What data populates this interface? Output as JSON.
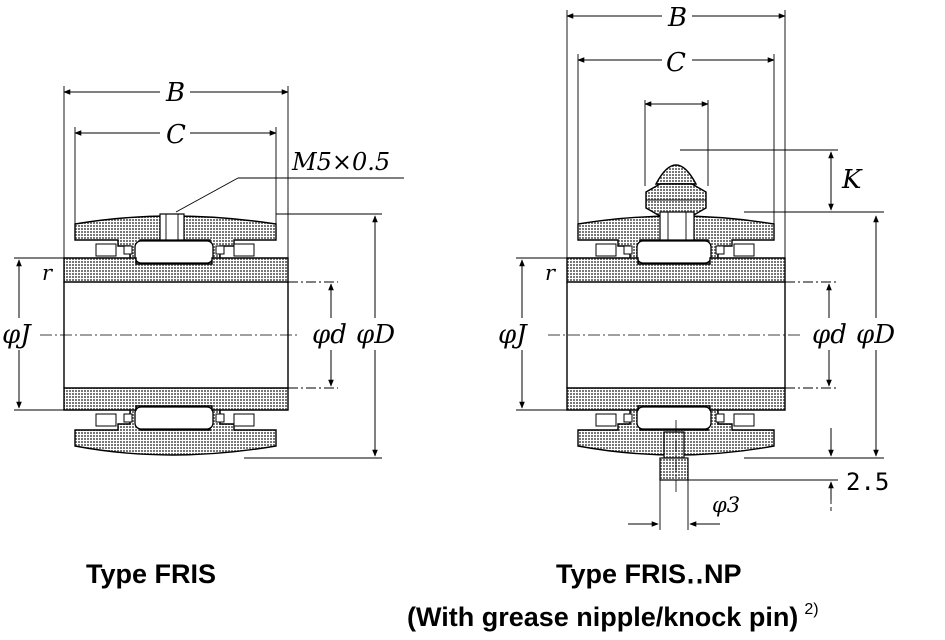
{
  "left_view": {
    "dim_B": "B",
    "dim_C": "C",
    "thread": "M5×0.5",
    "r": "r",
    "phi_J": "φJ",
    "phi_d": "φd",
    "phi_D": "φD",
    "caption": "Type FRIS"
  },
  "right_view": {
    "dim_B": "B",
    "dim_C": "C",
    "dim_K": "K",
    "r": "r",
    "phi_J": "φJ",
    "phi_d": "φd",
    "phi_D": "φD",
    "dim_2_5": "2.5",
    "phi_3": "φ3",
    "caption": "Type FRIS‥NP",
    "subcaption": "(With grease nipple/knock pin)",
    "note": "2)"
  },
  "colors": {
    "line": "#000000",
    "hatch_fill": "#9a9a9a",
    "background": "#ffffff"
  }
}
